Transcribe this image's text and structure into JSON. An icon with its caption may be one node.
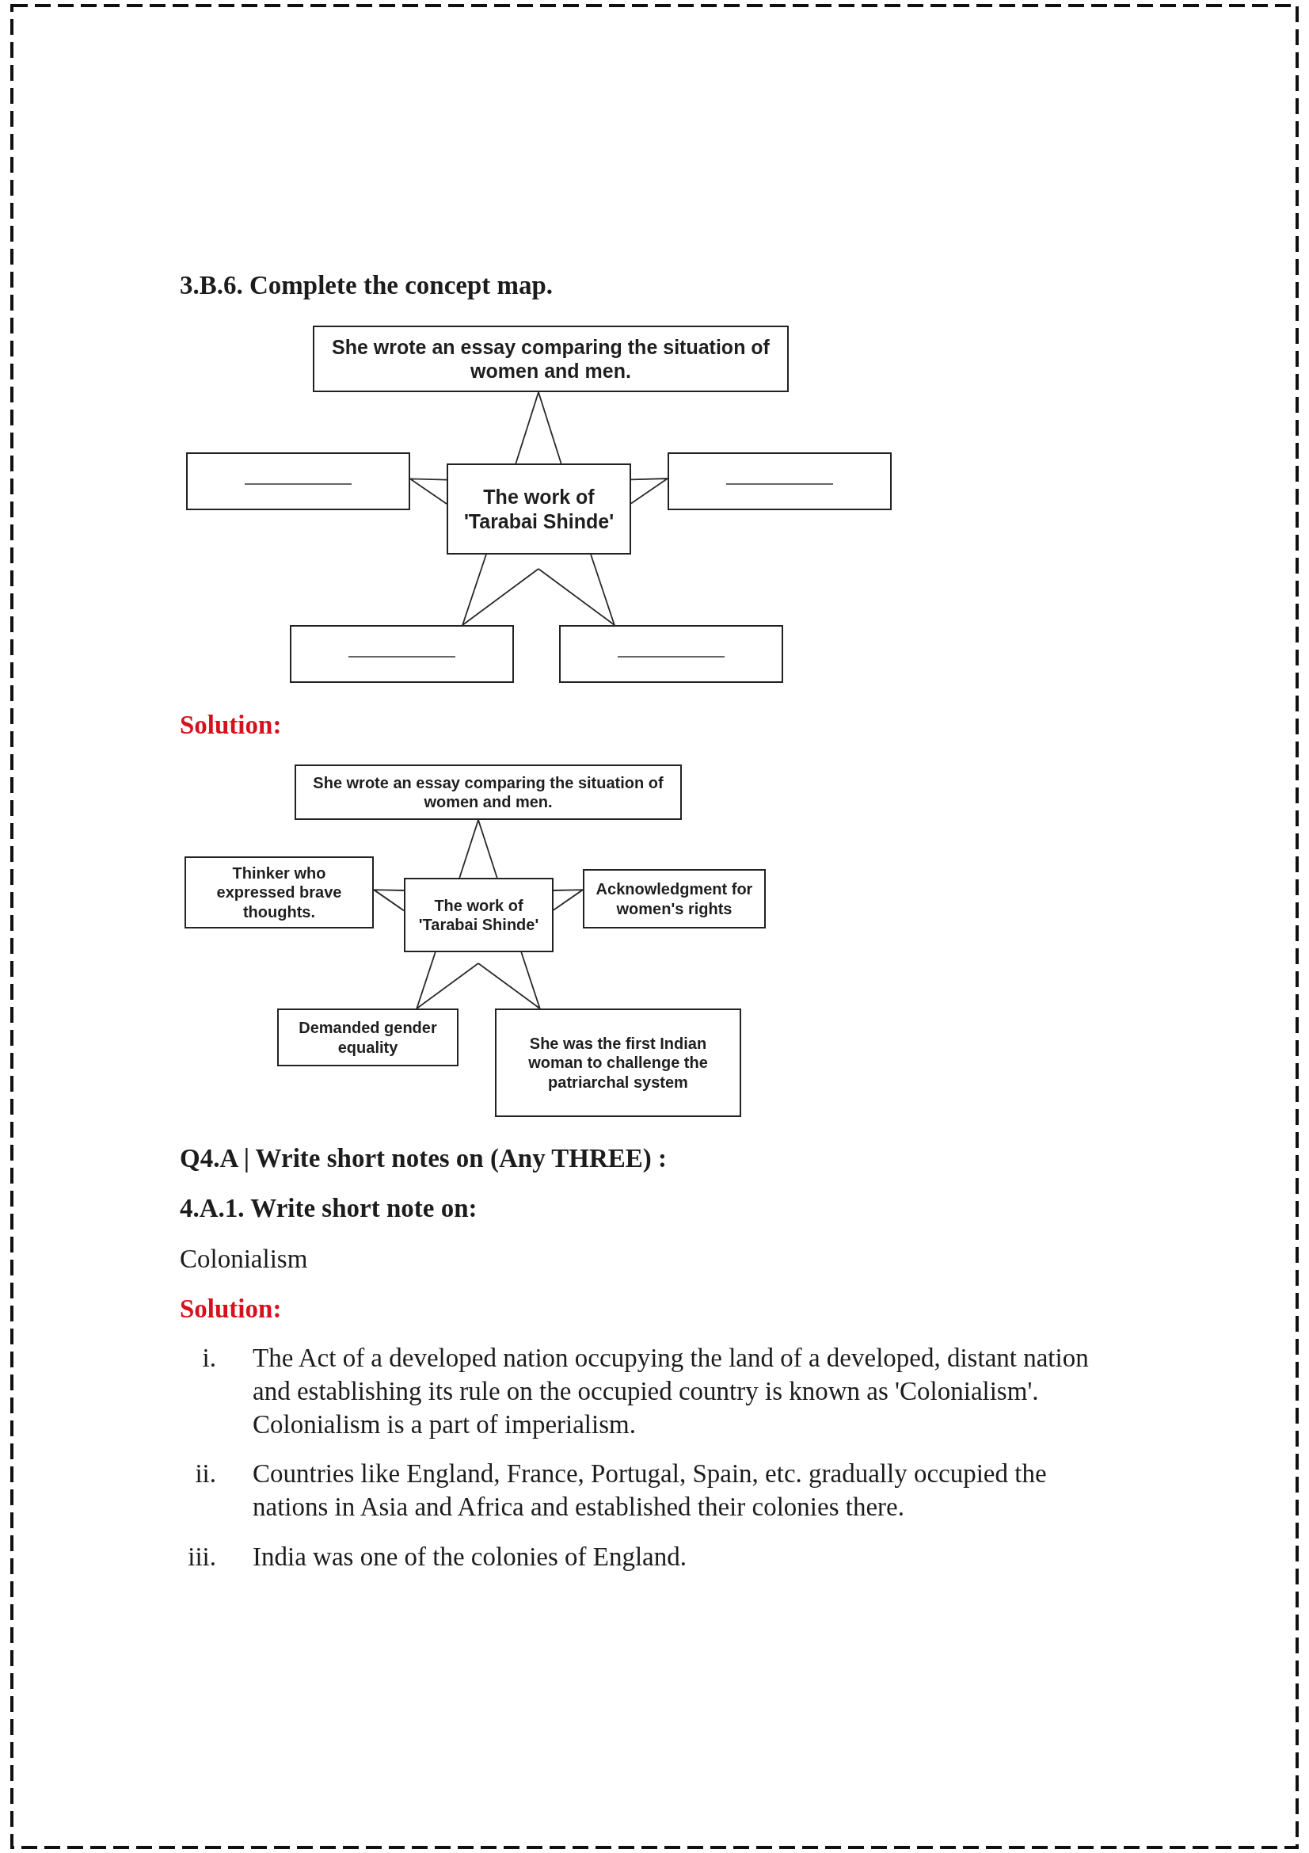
{
  "diagram": {
    "nodes": [
      {
        "text": [
          "She wrote an essay comparing the situation of women and men."
        ]
      },
      {
        "text": [],
        "shape": "box"
      },
      {
        "text": [
          "The work of 'Tarabai Shinde'"
        ]
      },
      {
        "text": [],
        "shape": "box"
      },
      {
        "text": [],
        "shape": "box"
      },
      {
        "text": [],
        "shape": "box"
      },
      {
        "text": [
          "She wrote an essay comparing the situation of women and men."
        ]
      },
      {
        "text": [
          "Thinker who expressed brave thoughts."
        ]
      },
      {
        "text": [
          "The work of 'Tarabai Shinde'"
        ]
      },
      {
        "text": [
          "Acknowledgment for women's rights"
        ]
      },
      {
        "text": [
          "Demanded gender equality"
        ]
      },
      {
        "text": [
          "She was the first Indian woman to challenge the patriarchal system"
        ]
      }
    ],
    "edges": [
      {
        "from": 2,
        "to": 0,
        "arrow": "none"
      },
      {
        "from": 2,
        "to": 1,
        "arrow": "none"
      },
      {
        "from": 2,
        "to": 3,
        "arrow": "none"
      },
      {
        "from": 2,
        "to": 4,
        "arrow": "none"
      },
      {
        "from": 2,
        "to": 5,
        "arrow": "none"
      },
      {
        "from": 8,
        "to": 6,
        "arrow": "none"
      },
      {
        "from": 8,
        "to": 7,
        "arrow": "none"
      },
      {
        "from": 8,
        "to": 9,
        "arrow": "none"
      },
      {
        "from": 8,
        "to": 10,
        "arrow": "none"
      },
      {
        "from": 8,
        "to": 11,
        "arrow": "none"
      }
    ],
    "labels": [
      "3.B.6. Complete the concept map.",
      "Solution:",
      "Q4.A | Write short notes on (Any THREE) :",
      "4.A.1. Write short note on:",
      "Colonialism",
      "Solution:",
      "i.",
      "The Act of a developed nation occupying the land of a developed, distant nation and establishing its rule on the occupied country is known as 'Colonialism'. Colonialism is a part of imperialism.",
      "ii.",
      "Countries like England, France, Portugal, Spain, etc. gradually occupied the nations in Asia and Africa and established their colonies there.",
      "iii.",
      "India was one of the colonies of England."
    ]
  }
}
